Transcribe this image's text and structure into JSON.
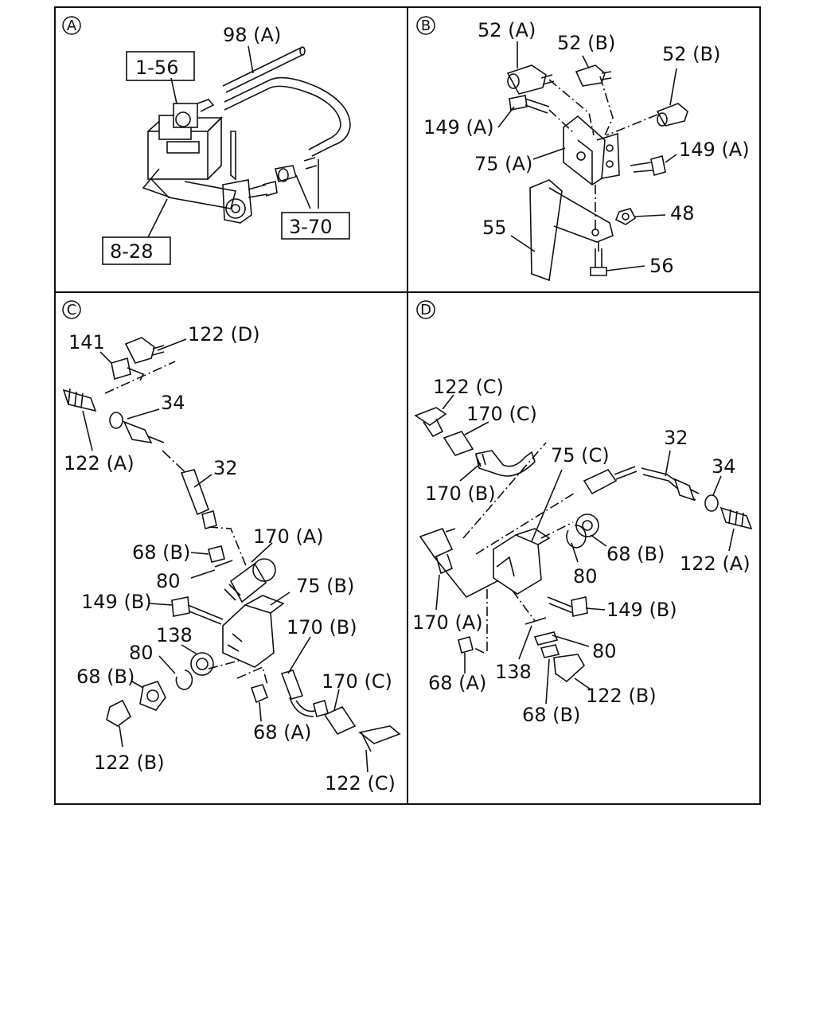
{
  "panels": [
    {
      "id": "A",
      "badge": "A"
    },
    {
      "id": "B",
      "badge": "B"
    },
    {
      "id": "C",
      "badge": "C"
    },
    {
      "id": "D",
      "badge": "D"
    }
  ],
  "labels": {
    "A": [
      "98 (A)",
      "1-56",
      "3-70",
      "8-28"
    ],
    "B": [
      "52 (A)",
      "52 (B)",
      "52 (B)",
      "149 (A)",
      "75 (A)",
      "149 (A)",
      "48",
      "55",
      "56"
    ],
    "C": [
      "141",
      "122 (D)",
      "34",
      "122 (A)",
      "32",
      "170 (A)",
      "68 (B)",
      "80",
      "75 (B)",
      "149 (B)",
      "138",
      "80",
      "170 (B)",
      "68 (B)",
      "170 (C)",
      "68 (A)",
      "122 (B)",
      "122 (C)"
    ],
    "D": [
      "122 (C)",
      "170 (C)",
      "32",
      "75 (C)",
      "34",
      "170 (B)",
      "68 (B)",
      "122 (A)",
      "80",
      "170 (A)",
      "149 (B)",
      "80",
      "138",
      "68 (A)",
      "122 (B)",
      "68 (B)"
    ]
  }
}
